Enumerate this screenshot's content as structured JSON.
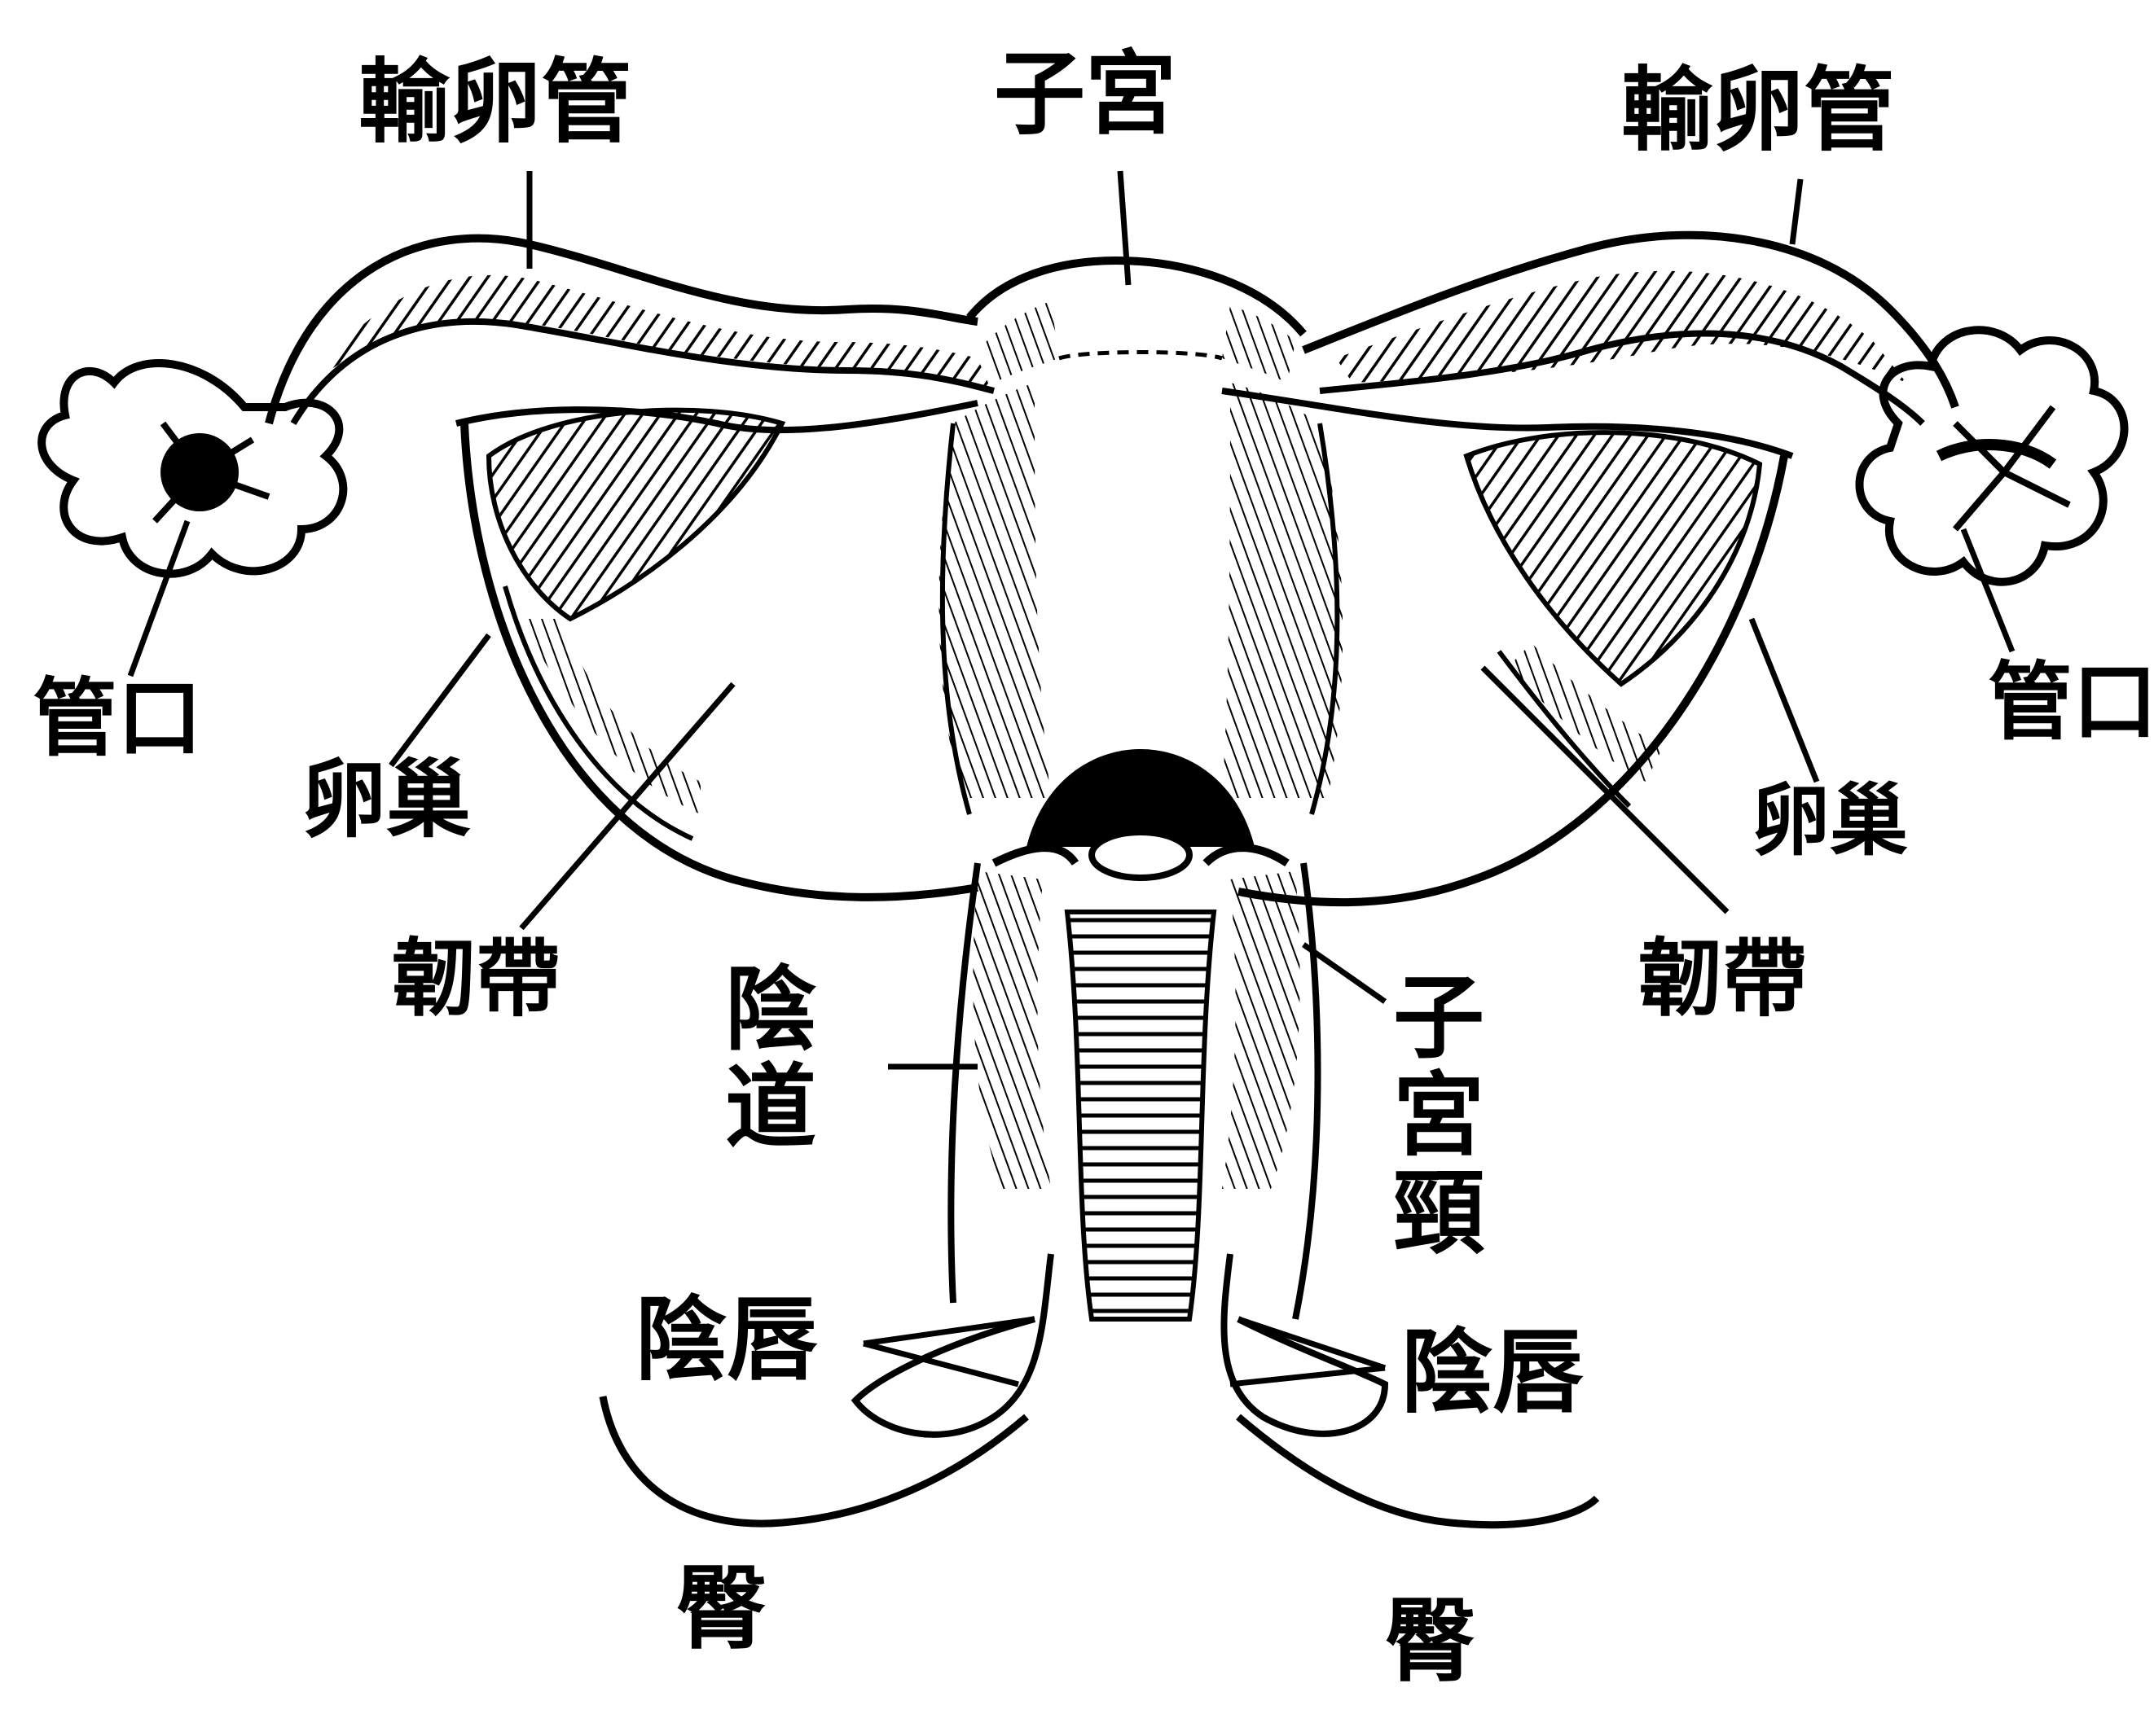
{
  "colors": {
    "ink": "#000000",
    "paper": "#ffffff"
  },
  "labels": {
    "fallopian_tube_left": "輸卵管",
    "uterus": "子宮",
    "fallopian_tube_right": "輸卵管",
    "tube_opening_left": "管口",
    "tube_opening_right": "管口",
    "ovary_left": "卵巢",
    "ovary_right": "卵巢",
    "ligament_left": "韌帶",
    "ligament_right": "韌帶",
    "vagina": "陰道",
    "cervix": "子宮頸",
    "labia_left": "陰唇",
    "labia_right": "陰唇",
    "buttock_left": "臀",
    "buttock_right": "臀"
  }
}
